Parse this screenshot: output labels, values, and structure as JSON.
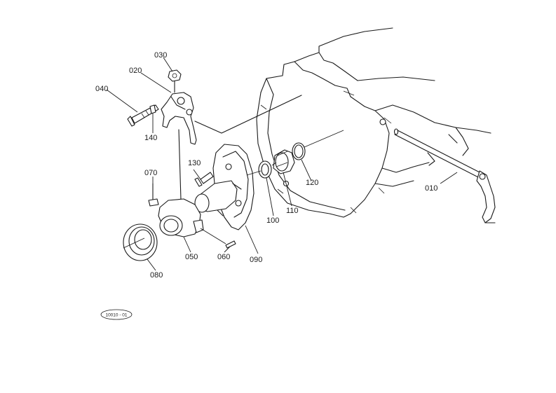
{
  "labels": {
    "p010": "010",
    "p020": "020",
    "p030": "030",
    "p040": "040",
    "p050": "050",
    "p060": "060",
    "p070": "070",
    "p080": "080",
    "p090": "090",
    "p100": "100",
    "p110": "110",
    "p120": "120",
    "p130": "130",
    "p140": "140"
  },
  "reference": "10010 - 01"
}
